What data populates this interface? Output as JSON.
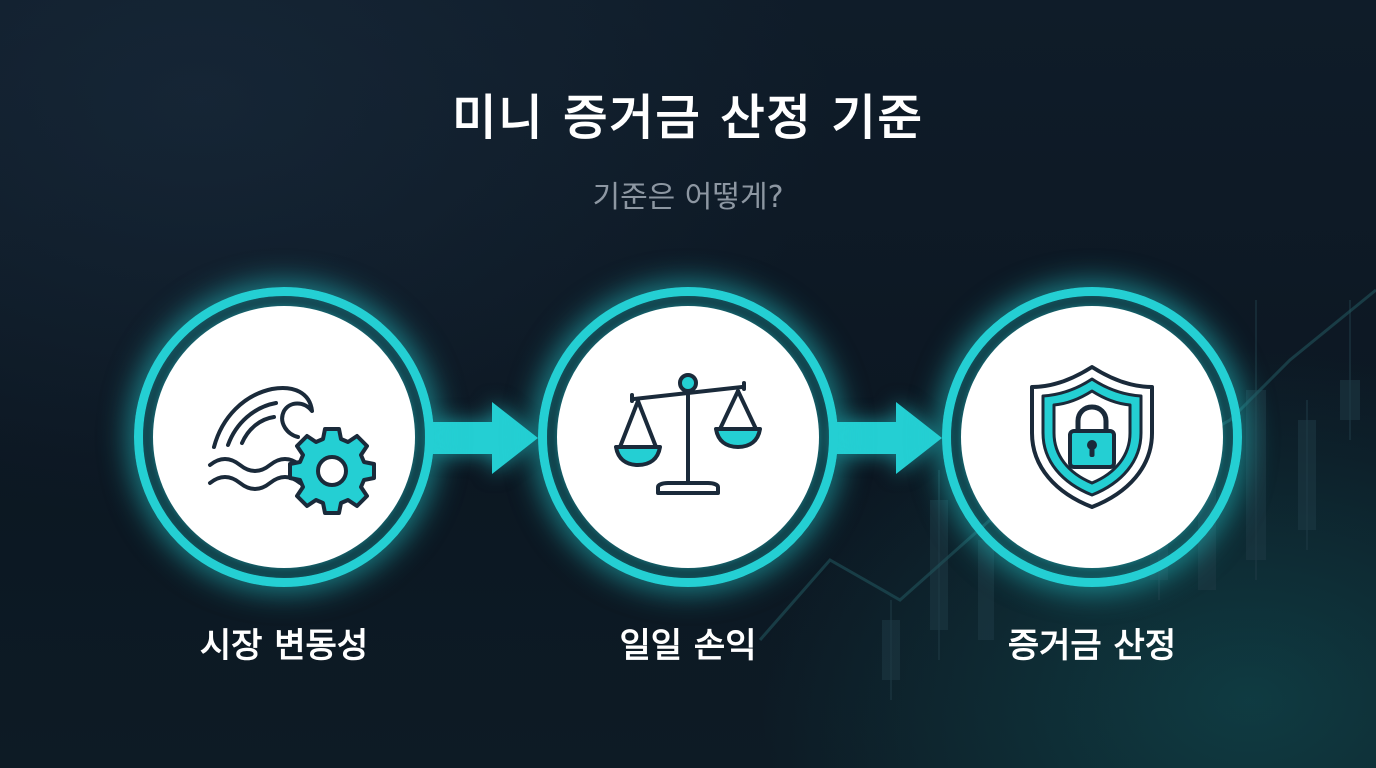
{
  "title": "미니 증거금 산정 기준",
  "subtitle": "기준은 어떻게?",
  "steps": [
    {
      "label": "시장 변동성",
      "icon": "wave-gear-icon"
    },
    {
      "label": "일일 손익",
      "icon": "balance-scale-icon"
    },
    {
      "label": "증거금 산정",
      "icon": "shield-lock-icon"
    }
  ],
  "colors": {
    "accent": "#24cfd3",
    "background": "#0d1824",
    "icon_stroke": "#1a2a3a",
    "text": "#ffffff",
    "subtitle": "#8d97a2"
  }
}
